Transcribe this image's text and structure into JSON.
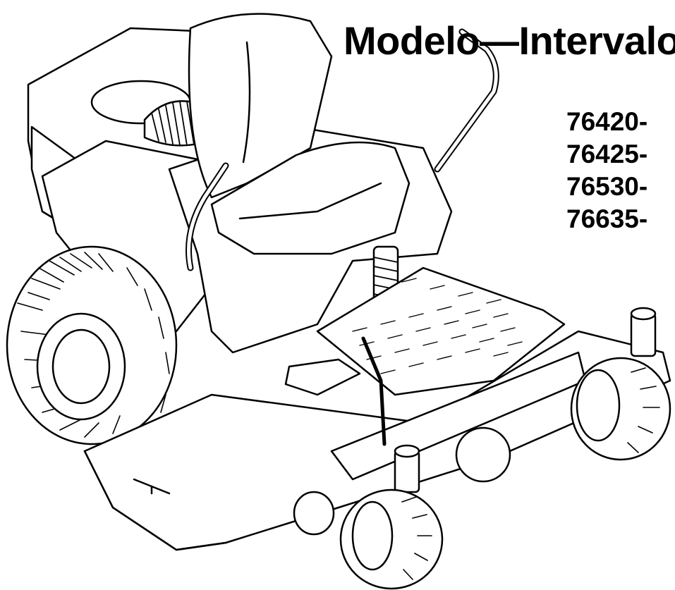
{
  "heading": "Modelo—Intervalo",
  "models": [
    "76420-",
    "76425-",
    "76530-",
    "76635-"
  ],
  "illustration": {
    "subject": "zero-turn riding mower line drawing",
    "stroke_color": "#000000",
    "fill_color": "#ffffff"
  }
}
